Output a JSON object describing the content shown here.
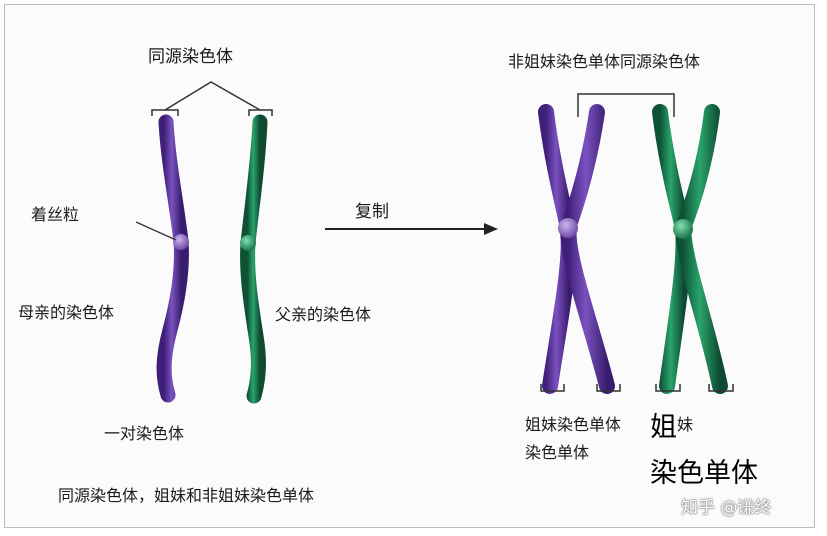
{
  "labels": {
    "homologous": "同源染色体",
    "centromere": "着丝粒",
    "maternal": "母亲的染色体",
    "paternal": "父亲的染色体",
    "pair": "一对染色体",
    "replication": "复制",
    "nonsister": "非姐妹染色单体同源染色体",
    "sister_line1": "姐妹染色单体",
    "sister_line2": "染色单体",
    "overlay_top": "姐",
    "overlay_mei": "妹",
    "overlay_bottom": "染色单体",
    "caption": "同源染色体，姐妹和非姐妹染色单体"
  },
  "watermark": "知乎 @谦终",
  "colors": {
    "maternal": "#6a3fa0",
    "paternal": "#1f8a5a",
    "arrow": "#222222",
    "bracket": "#333333"
  }
}
